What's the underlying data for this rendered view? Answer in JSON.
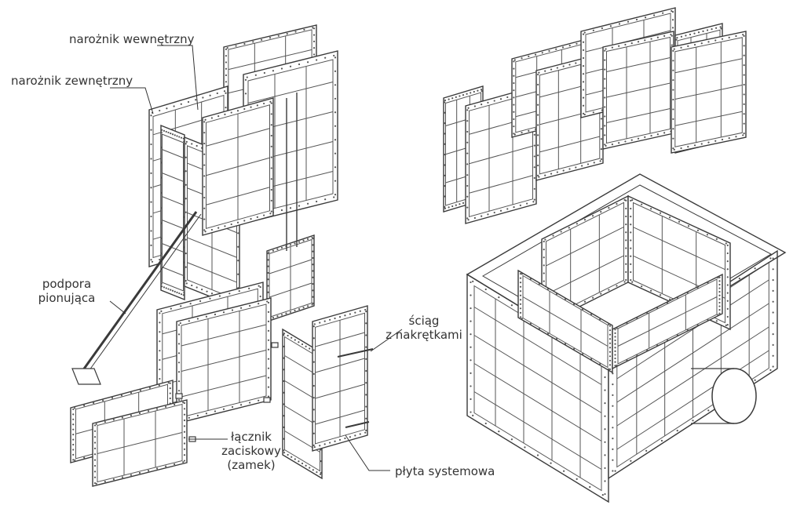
{
  "labels": {
    "inner_corner": "narożnik wewnętrzny",
    "outer_corner": "narożnik zewnętrzny",
    "brace_line1": "podpora",
    "brace_line2": "pionująca",
    "tie_line1": "ściąg",
    "tie_line2": "z nakrętkami",
    "clamp_line1": "łącznik",
    "clamp_line2": "zaciskowy",
    "clamp_line3": "(zamek)",
    "system_panel": "płyta systemowa"
  },
  "colors": {
    "line": "#3a3a3a",
    "text": "#333333",
    "background": "#ffffff"
  }
}
